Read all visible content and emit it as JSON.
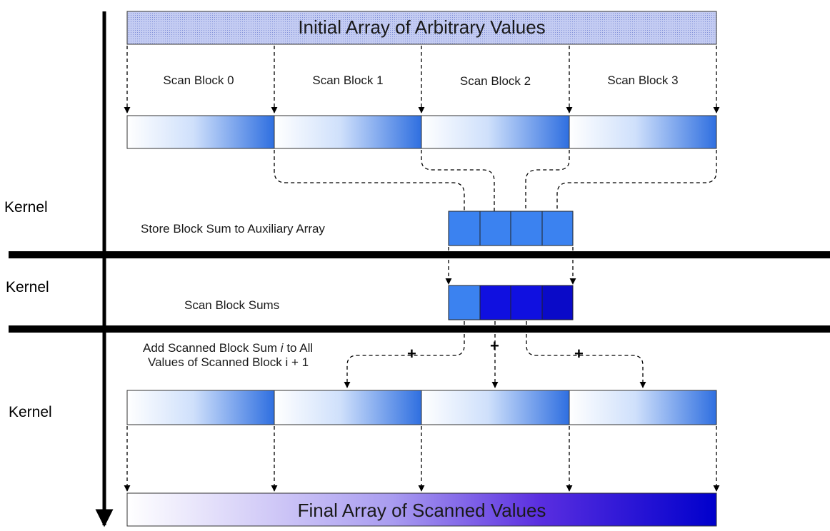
{
  "top_title": "Initial Array of Arbitrary Values",
  "bottom_title": "Final Array of Scanned Values",
  "scan_blocks": [
    "Scan Block 0",
    "Scan Block 1",
    "Scan Block 2",
    "Scan Block 3"
  ],
  "steps": {
    "store": "Store Block Sum to Auxiliary Array",
    "scan_sums": "Scan Block Sums",
    "add_line1_pre": "Add Scanned Block Sum",
    "add_line1_var": "i",
    "add_line1_post": "to All",
    "add_line2": "Values of Scanned Block i + 1"
  },
  "kernel_labels": [
    "Kernel",
    "Kernel",
    "Kernel"
  ],
  "plus_sign": "+",
  "colors": {
    "block_gradient_start": "#ffffff",
    "block_gradient_end": "#2f6fe0",
    "aux_cell": "#3b82f0",
    "scanned_cell": "#1010e0",
    "scanned_cell_dark": "#0a0ac8",
    "header_fill": "#b8c4f0",
    "final_gradient_end": "#0000cc"
  }
}
